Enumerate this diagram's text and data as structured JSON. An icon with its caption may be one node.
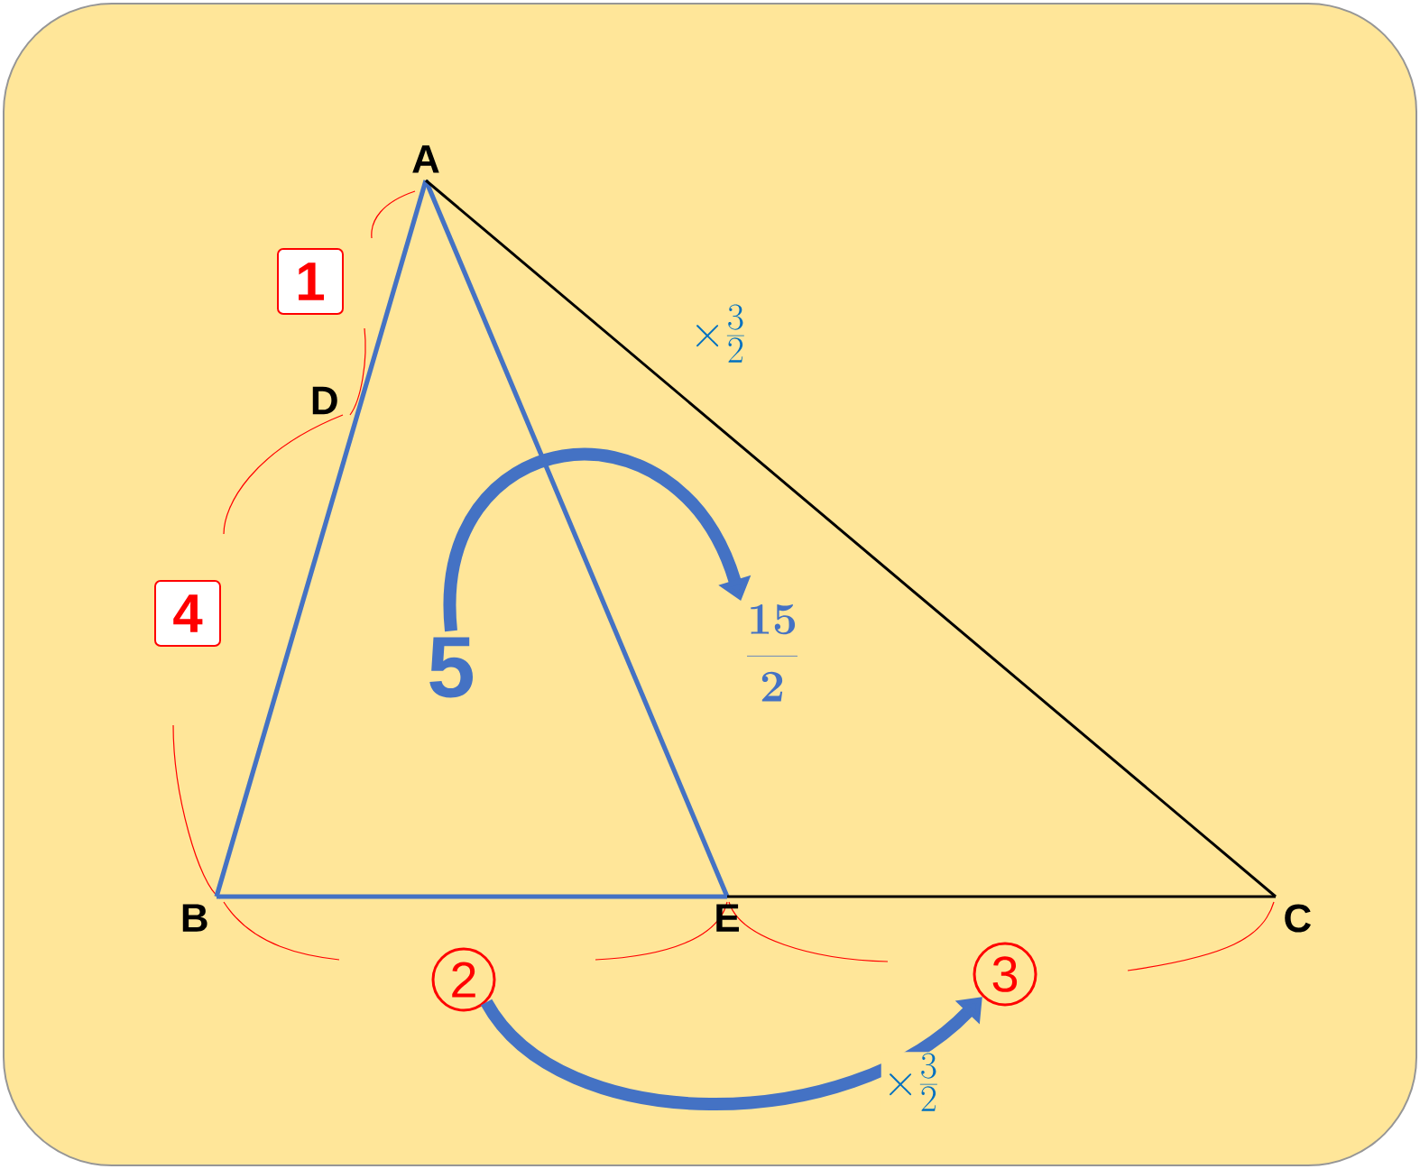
{
  "diagram": {
    "nodes": [
      {
        "text": [
          "A"
        ]
      },
      {
        "text": [
          "B"
        ]
      },
      {
        "text": [
          "C"
        ]
      },
      {
        "text": [
          "D"
        ]
      },
      {
        "text": [
          "E"
        ]
      },
      {
        "text": [
          "1"
        ]
      },
      {
        "text": [
          "4"
        ]
      },
      {
        "text": [
          "2"
        ]
      },
      {
        "text": [
          "3"
        ]
      },
      {
        "text": [
          "5"
        ]
      },
      {
        "text": [
          "\\frac{15}{2}"
        ]
      }
    ],
    "edges": [
      {
        "from": 0,
        "to": 1,
        "arrow": "none"
      },
      {
        "from": 0,
        "to": 4,
        "arrow": "none"
      },
      {
        "from": 1,
        "to": 4,
        "arrow": "none"
      },
      {
        "from": 4,
        "to": 2,
        "arrow": "none",
        "color": "#000000"
      },
      {
        "from": 0,
        "to": 2,
        "arrow": "none",
        "color": "#000000"
      },
      {
        "from": 9,
        "to": 10,
        "arrow": "to",
        "style": "thick"
      },
      {
        "from": 7,
        "to": 8,
        "arrow": "to",
        "label": "\\times\\frac{3}{2}",
        "style": "thick"
      }
    ],
    "labels": [
      "\\times\\frac{3}{2}"
    ]
  }
}
